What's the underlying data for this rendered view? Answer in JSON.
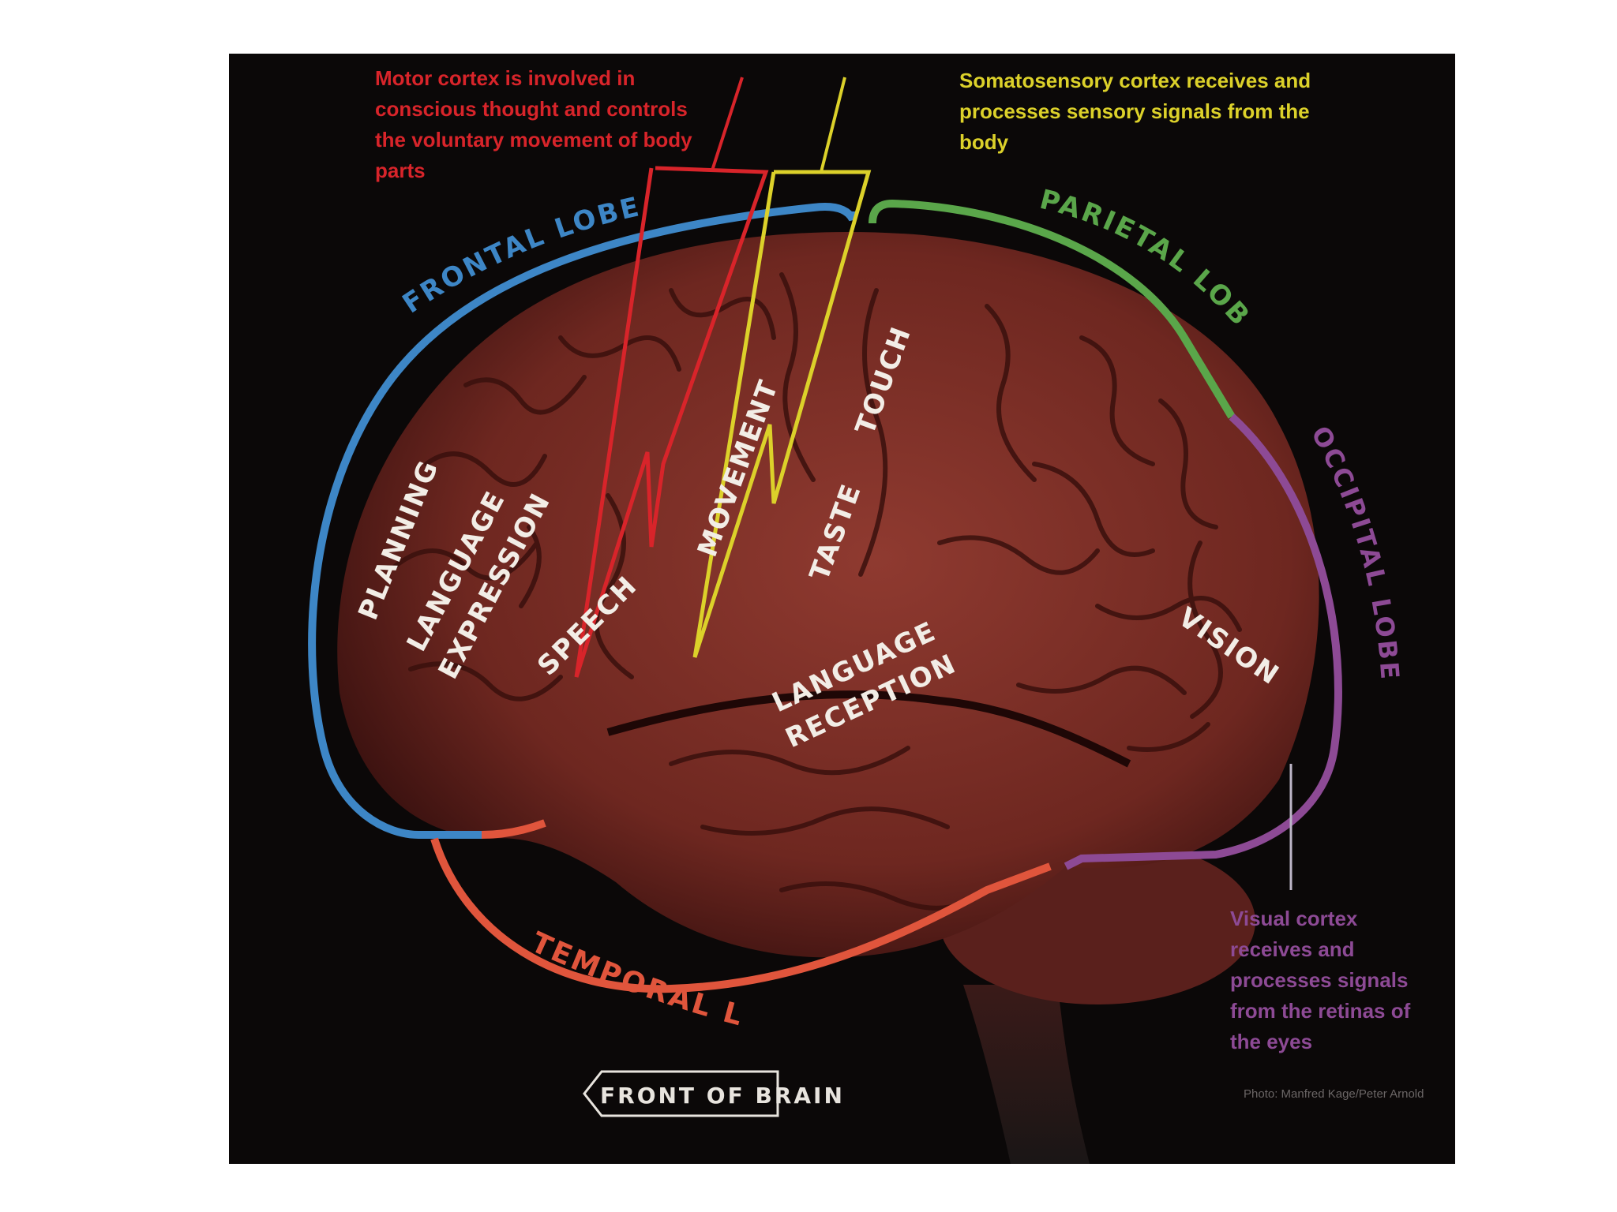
{
  "colors": {
    "frontal": "#3d86c6",
    "parietal": "#5aa64a",
    "occipital": "#8d4a95",
    "temporal": "#e0553c",
    "motor": "#d8242a",
    "somato": "#dcd12a",
    "region_text": "#f2ede6",
    "brain": "#7a2e26",
    "background": "#0b0808"
  },
  "annotations": {
    "motor": "Motor cortex is involved in conscious thought and controls the voluntary movement of body parts",
    "somato": "Somatosensory cortex receives and processes sensory signals from the body",
    "visual": "Visual cortex receives and processes signals from the retinas of the eyes"
  },
  "lobes": {
    "frontal": "FRONTAL LOBE",
    "parietal": "PARIETAL LOBE",
    "occipital": "OCCIPITAL LOBE",
    "temporal": "TEMPORAL LOBE"
  },
  "regions": {
    "planning": "PLANNING",
    "language_expression_1": "LANGUAGE",
    "language_expression_2": "EXPRESSION",
    "speech": "SPEECH",
    "movement": "MOVEMENT",
    "touch": "TOUCH",
    "taste": "TASTE",
    "language_reception_1": "LANGUAGE",
    "language_reception_2": "RECEPTION",
    "vision": "VISION"
  },
  "front_of_brain": "FRONT OF BRAIN",
  "credit": "Photo: Manfred Kage/Peter Arnold"
}
